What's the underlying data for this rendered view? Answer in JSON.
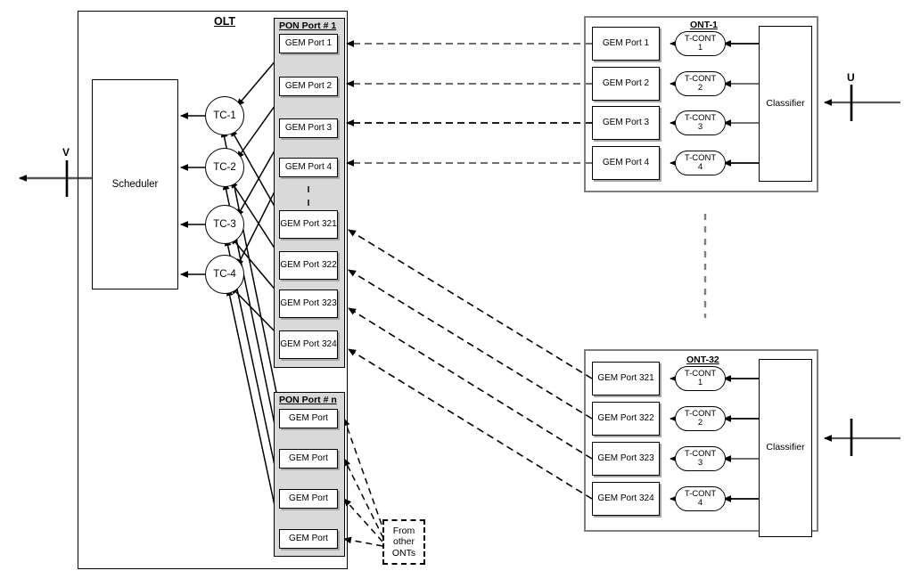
{
  "diagram": {
    "title_olt": "OLT",
    "title_ont1": "ONT-1",
    "title_ont32": "ONT-32",
    "title_pon1": "PON Port # 1",
    "title_ponn": "PON Port # n",
    "scheduler_label": "Scheduler",
    "classifier_label": "Classifier",
    "ref_point_v": "V",
    "ref_point_u": "U",
    "from_other_onts": "From\nother\nONTs",
    "from_other_onts_lines": [
      "From",
      "other",
      "ONTs"
    ],
    "colors": {
      "pon_group_fill": "#d9d9d9",
      "outer_border": "#7f7f7f",
      "line": "#000000",
      "dashed_line": "#000000",
      "box_fill": "#ffffff",
      "shadow": "#a6a6a6"
    }
  },
  "olt": {
    "scheduler": "Scheduler",
    "tconts": [
      {
        "label": "TC-1"
      },
      {
        "label": "TC-2"
      },
      {
        "label": "TC-3"
      },
      {
        "label": "TC-4"
      }
    ],
    "pon_port_1": {
      "title": "PON Port # 1",
      "gem_ports": [
        {
          "label": "GEM Port 1"
        },
        {
          "label": "GEM Port 2"
        },
        {
          "label": "GEM Port 3"
        },
        {
          "label": "GEM Port 4"
        },
        {
          "label": "GEM Port 321"
        },
        {
          "label": "GEM Port 322"
        },
        {
          "label": "GEM Port 323"
        },
        {
          "label": "GEM Port 324"
        }
      ],
      "ellipsis": "vertical-dots"
    },
    "pon_port_n": {
      "title": "PON Port # n",
      "gem_ports": [
        {
          "label": "GEM Port"
        },
        {
          "label": "GEM Port"
        },
        {
          "label": "GEM Port"
        },
        {
          "label": "GEM Port"
        }
      ]
    }
  },
  "ont_1": {
    "title": "ONT-1",
    "classifier": "Classifier",
    "reference_point": "U",
    "rows": [
      {
        "gem": "GEM Port 1",
        "tcont": "T-CONT 1",
        "tcont_line1": "T-CONT",
        "tcont_line2": "1"
      },
      {
        "gem": "GEM Port 2",
        "tcont": "T-CONT 2",
        "tcont_line1": "T-CONT",
        "tcont_line2": "2"
      },
      {
        "gem": "GEM Port 3",
        "tcont": "T-CONT 3",
        "tcont_line1": "T-CONT",
        "tcont_line2": "3"
      },
      {
        "gem": "GEM Port 4",
        "tcont": "T-CONT 4",
        "tcont_line1": "T-CONT",
        "tcont_line2": "4"
      }
    ]
  },
  "ont_32": {
    "title": "ONT-32",
    "classifier": "Classifier",
    "rows": [
      {
        "gem": "GEM Port 321",
        "tcont": "T-CONT 1",
        "tcont_line1": "T-CONT",
        "tcont_line2": "1"
      },
      {
        "gem": "GEM Port 322",
        "tcont": "T-CONT 2",
        "tcont_line1": "T-CONT",
        "tcont_line2": "2"
      },
      {
        "gem": "GEM Port 323",
        "tcont": "T-CONT 3",
        "tcont_line1": "T-CONT",
        "tcont_line2": "3"
      },
      {
        "gem": "GEM Port 324",
        "tcont": "T-CONT 4",
        "tcont_line1": "T-CONT",
        "tcont_line2": "4"
      }
    ]
  },
  "annotations": {
    "ont_separator": "vertical-dashed-ellipsis",
    "from_other_onts_box": "From other ONTs"
  }
}
